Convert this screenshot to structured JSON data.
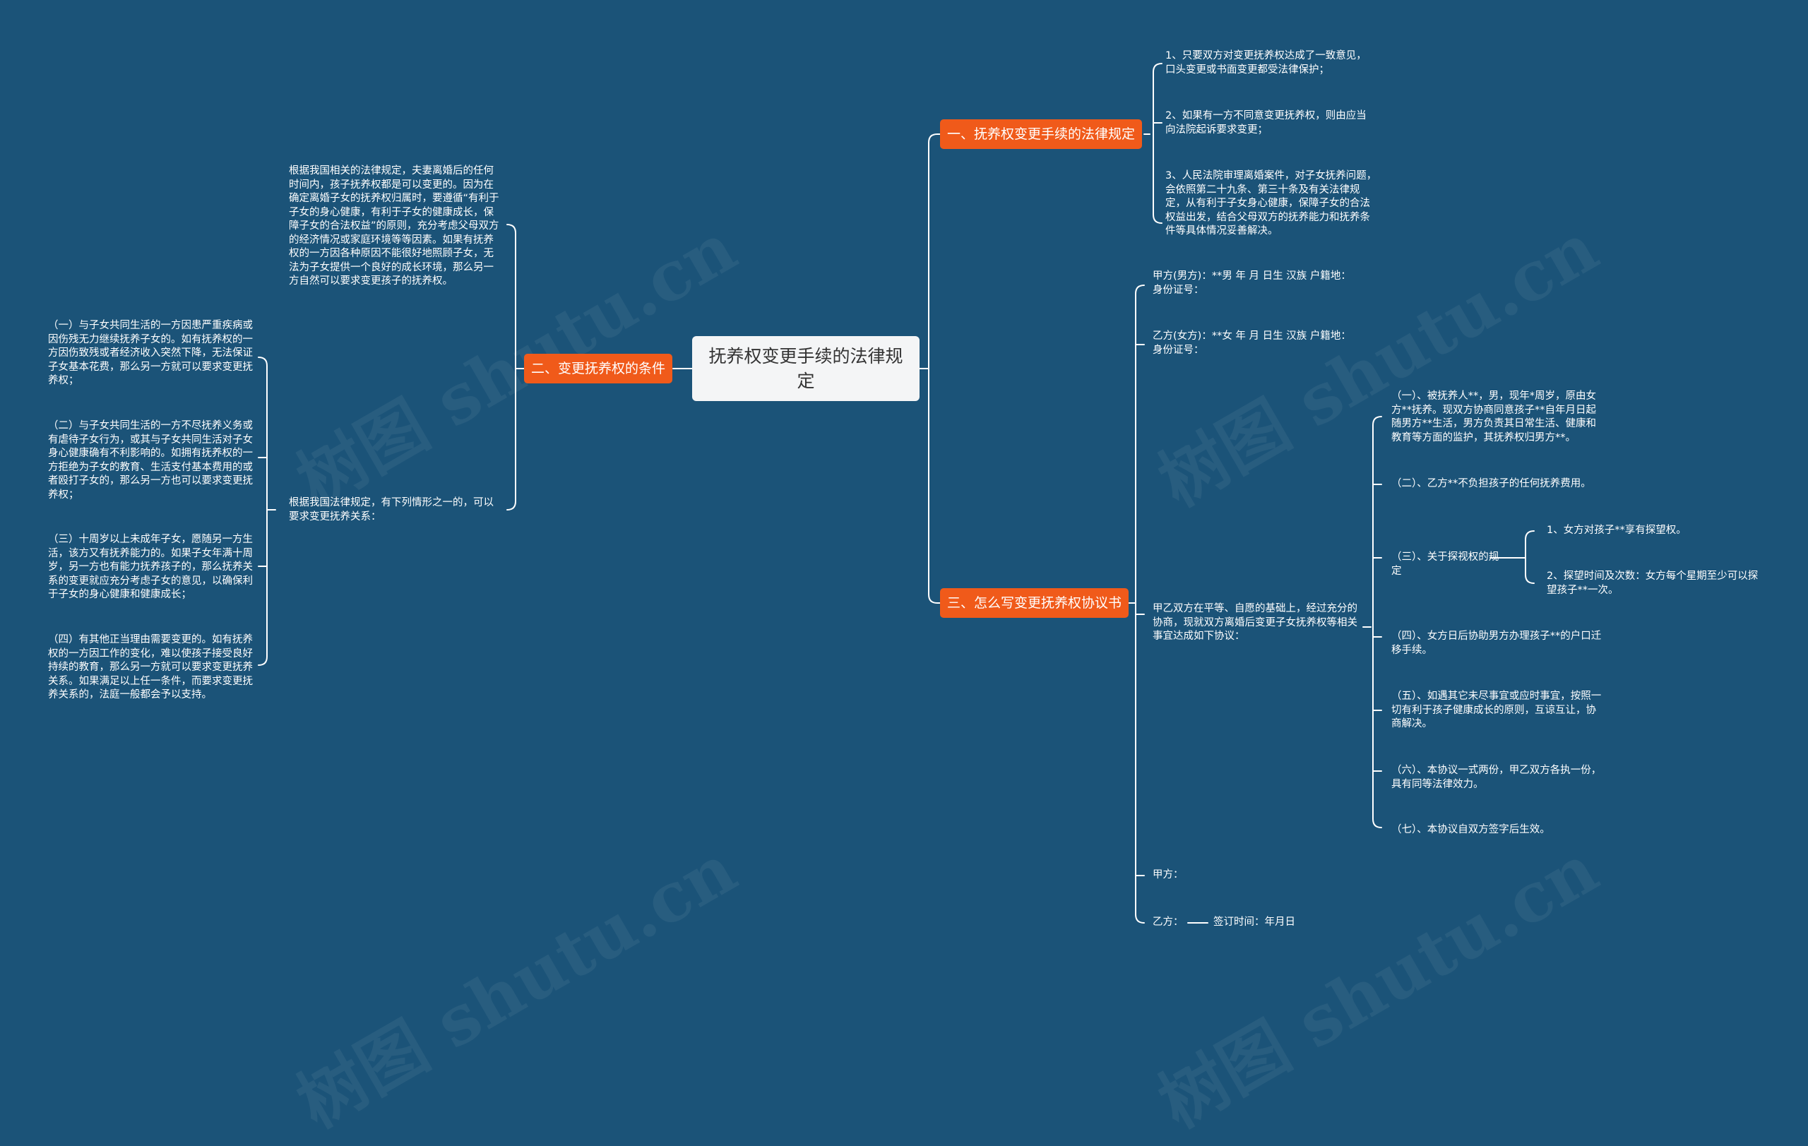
{
  "watermark": "树图 shutu.cn",
  "root": {
    "title": "抚养权变更手续的法律规定"
  },
  "branches": {
    "b1": {
      "label": "一、抚养权变更手续的法律规定",
      "items": [
        "1、只要双方对变更抚养权达成了一致意见，口头变更或书面变更都受法律保护；",
        "2、如果有一方不同意变更抚养权，则由应当向法院起诉要求变更；",
        "3、人民法院审理离婚案件，对子女抚养问题，会依照第二十九条、第三十条及有关法律规定，从有利于子女身心健康，保障子女的合法权益出发，结合父母双方的抚养能力和抚养条件等具体情况妥善解决。"
      ]
    },
    "b2": {
      "label": "二、变更抚养权的条件",
      "intro": "根据我国相关的法律规定，夫妻离婚后的任何时间内，孩子抚养权都是可以变更的。因为在确定离婚子女的抚养权归属时，要遵循“有利于子女的身心健康，有利于子女的健康成长，保障子女的合法权益”的原则，充分考虑父母双方的经济情况或家庭环境等等因素。如果有抚养权的一方因各种原因不能很好地照顾子女，无法为子女提供一个良好的成长环境，那么另一方自然可以要求变更孩子的抚养权。",
      "sub": "根据我国法律规定，有下列情形之一的，可以要求变更抚养关系：",
      "cases": [
        "（一）与子女共同生活的一方因患严重疾病或因伤残无力继续抚养子女的。如有抚养权的一方因伤致残或者经济收入突然下降，无法保证子女基本花费，那么另一方就可以要求变更抚养权；",
        "（二）与子女共同生活的一方不尽抚养义务或有虐待子女行为，或其与子女共同生活对子女身心健康确有不利影响的。如拥有抚养权的一方拒绝为子女的教育、生活支付基本费用的或者殴打子女的，那么另一方也可以要求变更抚养权；",
        "（三）十周岁以上未成年子女，愿随另一方生活，该方又有抚养能力的。如果子女年满十周岁，另一方也有能力抚养孩子的，那么抚养关系的变更就应充分考虑子女的意见，以确保利于子女的身心健康和健康成长；",
        "（四）有其他正当理由需要变更的。如有抚养权的一方因工作的变化，难以使孩子接受良好持续的教育，那么另一方就可以要求变更抚养关系。如果满足以上任一条件，而要求变更抚养关系的，法庭一般都会予以支持。"
      ]
    },
    "b3": {
      "label": "三、怎么写变更抚养权协议书",
      "party_a": "甲方(男方)：**男 年 月 日生 汉族 户籍地：身份证号：",
      "party_b": "乙方(女方)：**女 年 月 日生 汉族 户籍地：身份证号：",
      "agreement": "甲乙双方在平等、自愿的基础上，经过充分的协商，现就双方离婚后变更子女抚养权等相关事宜达成如下协议：",
      "clauses": [
        "（一）、被抚养人**，男，现年*周岁，原由女方**抚养。现双方协商同意孩子**自年月日起随男方**生活，男方负责其日常生活、健康和教育等方面的监护，其抚养权归男方**。",
        "（二）、乙方**不负担孩子的任何抚养费用。",
        "（三）、关于探视权的规定",
        "（四）、女方日后协助男方办理孩子**的户口迁移手续。",
        "（五）、如遇其它未尽事宜或应时事宜，按照一切有利于孩子健康成长的原则，互谅互让，协商解决。",
        "（六）、本协议一式两份，甲乙双方各执一份，具有同等法律效力。",
        "（七）、本协议自双方签字后生效。"
      ],
      "visitation": [
        "1、女方对孩子**享有探望权。",
        "2、探望时间及次数：女方每个星期至少可以探望孩子**一次。"
      ],
      "sign_a": "甲方：",
      "sign_b": "乙方：",
      "sign_time": "签订时间：年月日"
    }
  },
  "colors": {
    "background": "#1b5378",
    "branch": "#f05a1a",
    "root": "#f4f5f6",
    "line": "#ffffff"
  }
}
